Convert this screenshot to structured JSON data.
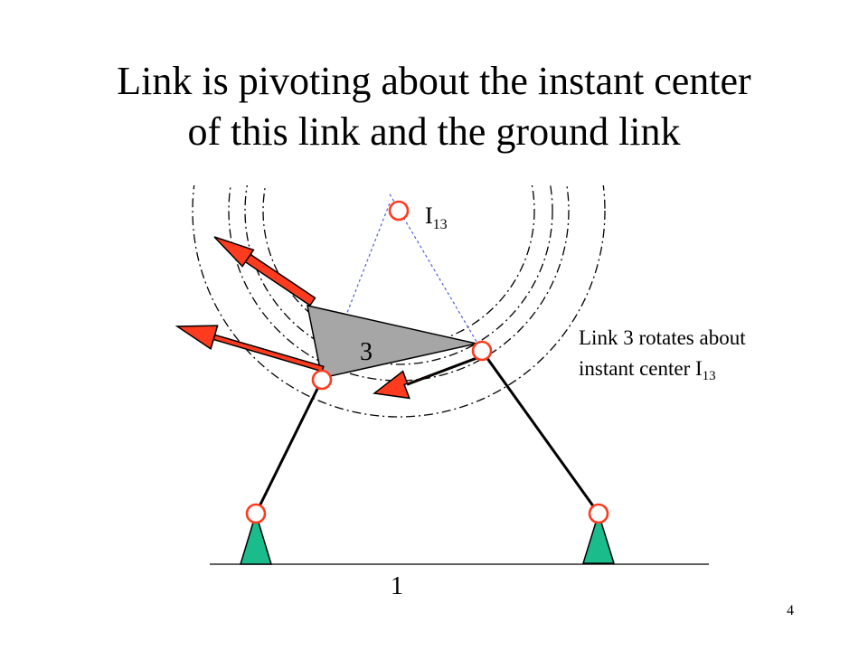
{
  "slide": {
    "title_line1": "Link is pivoting about the instant center",
    "title_line2": "of this link and the ground link",
    "page_number": "4"
  },
  "diagram": {
    "instant_center_label": "I",
    "instant_center_subscript": "13",
    "link_label": "3",
    "ground_label": "1",
    "note_line1": "Link 3 rotates about",
    "note_line2_prefix": "instant center I",
    "note_line2_subscript": "13",
    "colors": {
      "arrow_fill": "#ff3b1f",
      "pivot_ring": "#ff3b1f",
      "support_fill": "#1abc8c",
      "coupler_fill": "#a6a6a6",
      "construction_line": "#4a5fd6"
    }
  }
}
